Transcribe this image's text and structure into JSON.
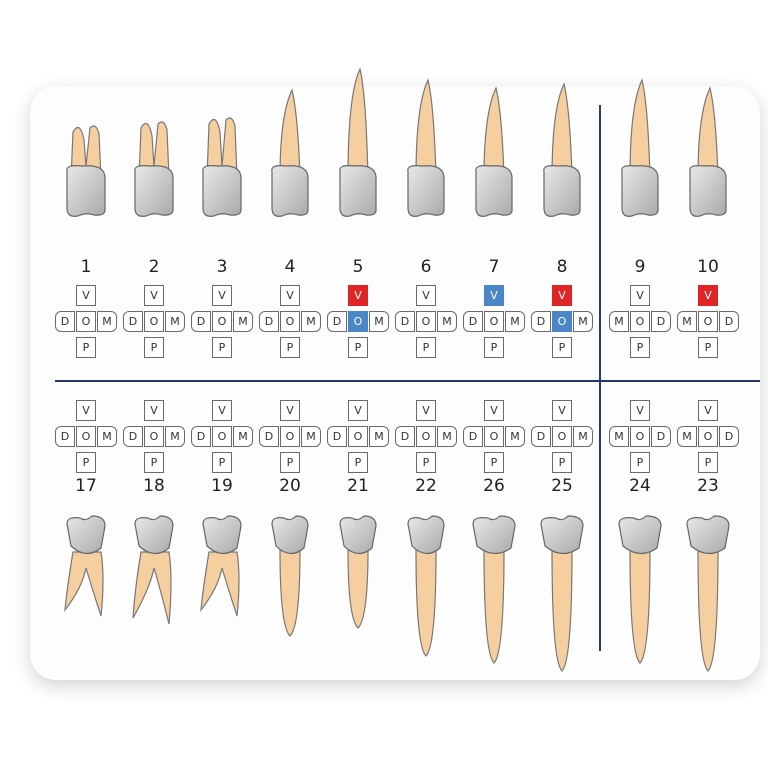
{
  "colors": {
    "divider": "#26396b",
    "marked_red": "#e02526",
    "marked_blue": "#4a86c8",
    "root": "#f6cfa0",
    "crown": "#c4c4c4"
  },
  "upper": [
    {
      "number": "1",
      "type": "molar",
      "surfaces": [
        "D",
        "O",
        "M"
      ],
      "v": "",
      "o": ""
    },
    {
      "number": "2",
      "type": "molar",
      "surfaces": [
        "D",
        "O",
        "M"
      ],
      "v": "",
      "o": ""
    },
    {
      "number": "3",
      "type": "molar",
      "surfaces": [
        "D",
        "O",
        "M"
      ],
      "v": "",
      "o": ""
    },
    {
      "number": "4",
      "type": "premolar",
      "surfaces": [
        "D",
        "O",
        "M"
      ],
      "v": "",
      "o": ""
    },
    {
      "number": "5",
      "type": "canine",
      "surfaces": [
        "D",
        "O",
        "M"
      ],
      "v": "red",
      "o": "blue"
    },
    {
      "number": "6",
      "type": "incisor",
      "surfaces": [
        "D",
        "O",
        "M"
      ],
      "v": "",
      "o": ""
    },
    {
      "number": "7",
      "type": "incisor",
      "surfaces": [
        "D",
        "O",
        "M"
      ],
      "v": "blue",
      "o": ""
    },
    {
      "number": "8",
      "type": "incisor",
      "surfaces": [
        "D",
        "O",
        "M"
      ],
      "v": "red",
      "o": "blue"
    },
    {
      "number": "9",
      "type": "incisor",
      "surfaces": [
        "M",
        "O",
        "D"
      ],
      "v": "",
      "o": ""
    },
    {
      "number": "10",
      "type": "incisor",
      "surfaces": [
        "M",
        "O",
        "D"
      ],
      "v": "red",
      "o": ""
    }
  ],
  "lower": [
    {
      "number": "17",
      "type": "molar",
      "surfaces": [
        "D",
        "O",
        "M"
      ],
      "v": "",
      "o": ""
    },
    {
      "number": "18",
      "type": "molar",
      "surfaces": [
        "D",
        "O",
        "M"
      ],
      "v": "",
      "o": ""
    },
    {
      "number": "19",
      "type": "molar",
      "surfaces": [
        "D",
        "O",
        "M"
      ],
      "v": "",
      "o": ""
    },
    {
      "number": "20",
      "type": "premolar",
      "surfaces": [
        "D",
        "O",
        "M"
      ],
      "v": "",
      "o": ""
    },
    {
      "number": "21",
      "type": "premolar",
      "surfaces": [
        "D",
        "O",
        "M"
      ],
      "v": "",
      "o": ""
    },
    {
      "number": "22",
      "type": "canine",
      "surfaces": [
        "D",
        "O",
        "M"
      ],
      "v": "",
      "o": ""
    },
    {
      "number": "26",
      "type": "incisor",
      "surfaces": [
        "D",
        "O",
        "M"
      ],
      "v": "",
      "o": ""
    },
    {
      "number": "25",
      "type": "incisor",
      "surfaces": [
        "D",
        "O",
        "M"
      ],
      "v": "",
      "o": ""
    },
    {
      "number": "24",
      "type": "incisor",
      "surfaces": [
        "M",
        "O",
        "D"
      ],
      "v": "",
      "o": ""
    },
    {
      "number": "23",
      "type": "incisor",
      "surfaces": [
        "M",
        "O",
        "D"
      ],
      "v": "",
      "o": ""
    }
  ],
  "labels": {
    "vestibular": "V",
    "palatal": "P"
  }
}
